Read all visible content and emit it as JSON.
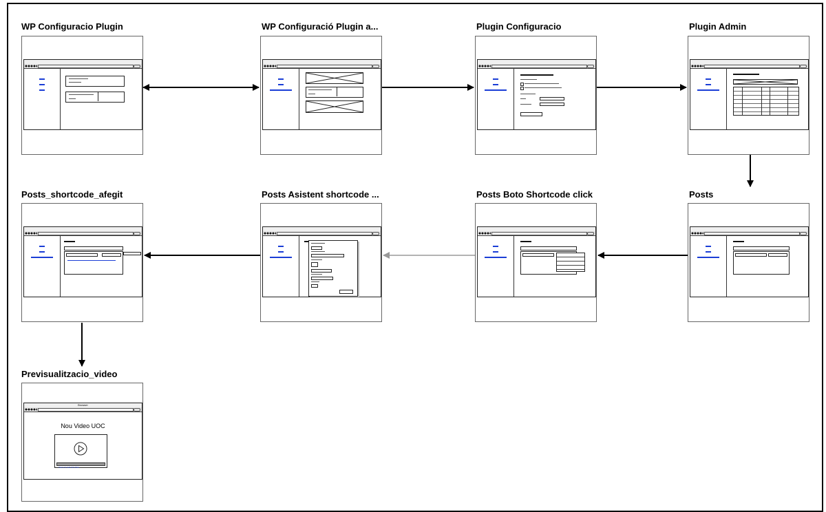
{
  "screens": [
    {
      "title": "WP Configuracio Plugin"
    },
    {
      "title": "WP Configuració Plugin a..."
    },
    {
      "title": "Plugin Configuracio"
    },
    {
      "title": "Plugin Admin"
    },
    {
      "title": "Posts"
    },
    {
      "title": "Posts Boto Shortcode click"
    },
    {
      "title": "Posts Asistent shortcode ..."
    },
    {
      "title": "Posts_shortcode_afegit"
    },
    {
      "title": "Previsualitzacio_video"
    }
  ],
  "preview": {
    "window_caption": "Browser",
    "heading": "Nou Video UOC",
    "link": "Veure la web del video"
  },
  "arrows": [
    {
      "from": "WP Configuracio Plugin",
      "to": "WP Configuració Plugin a...",
      "style": "bidirectional"
    },
    {
      "from": "WP Configuració Plugin a...",
      "to": "Plugin Configuracio",
      "style": "solid"
    },
    {
      "from": "Plugin Configuracio",
      "to": "Plugin Admin",
      "style": "solid"
    },
    {
      "from": "Plugin Admin",
      "to": "Posts",
      "style": "solid"
    },
    {
      "from": "Posts",
      "to": "Posts Boto Shortcode click",
      "style": "solid"
    },
    {
      "from": "Posts Boto Shortcode click",
      "to": "Posts Asistent shortcode ...",
      "style": "light"
    },
    {
      "from": "Posts Asistent shortcode ...",
      "to": "Posts_shortcode_afegit",
      "style": "solid"
    },
    {
      "from": "Posts_shortcode_afegit",
      "to": "Previsualitzacio_video",
      "style": "solid"
    }
  ],
  "colors": {
    "link": "#1a3dd6",
    "arrow": "#000000",
    "arrow_light": "#999999",
    "frame": "#000000"
  }
}
